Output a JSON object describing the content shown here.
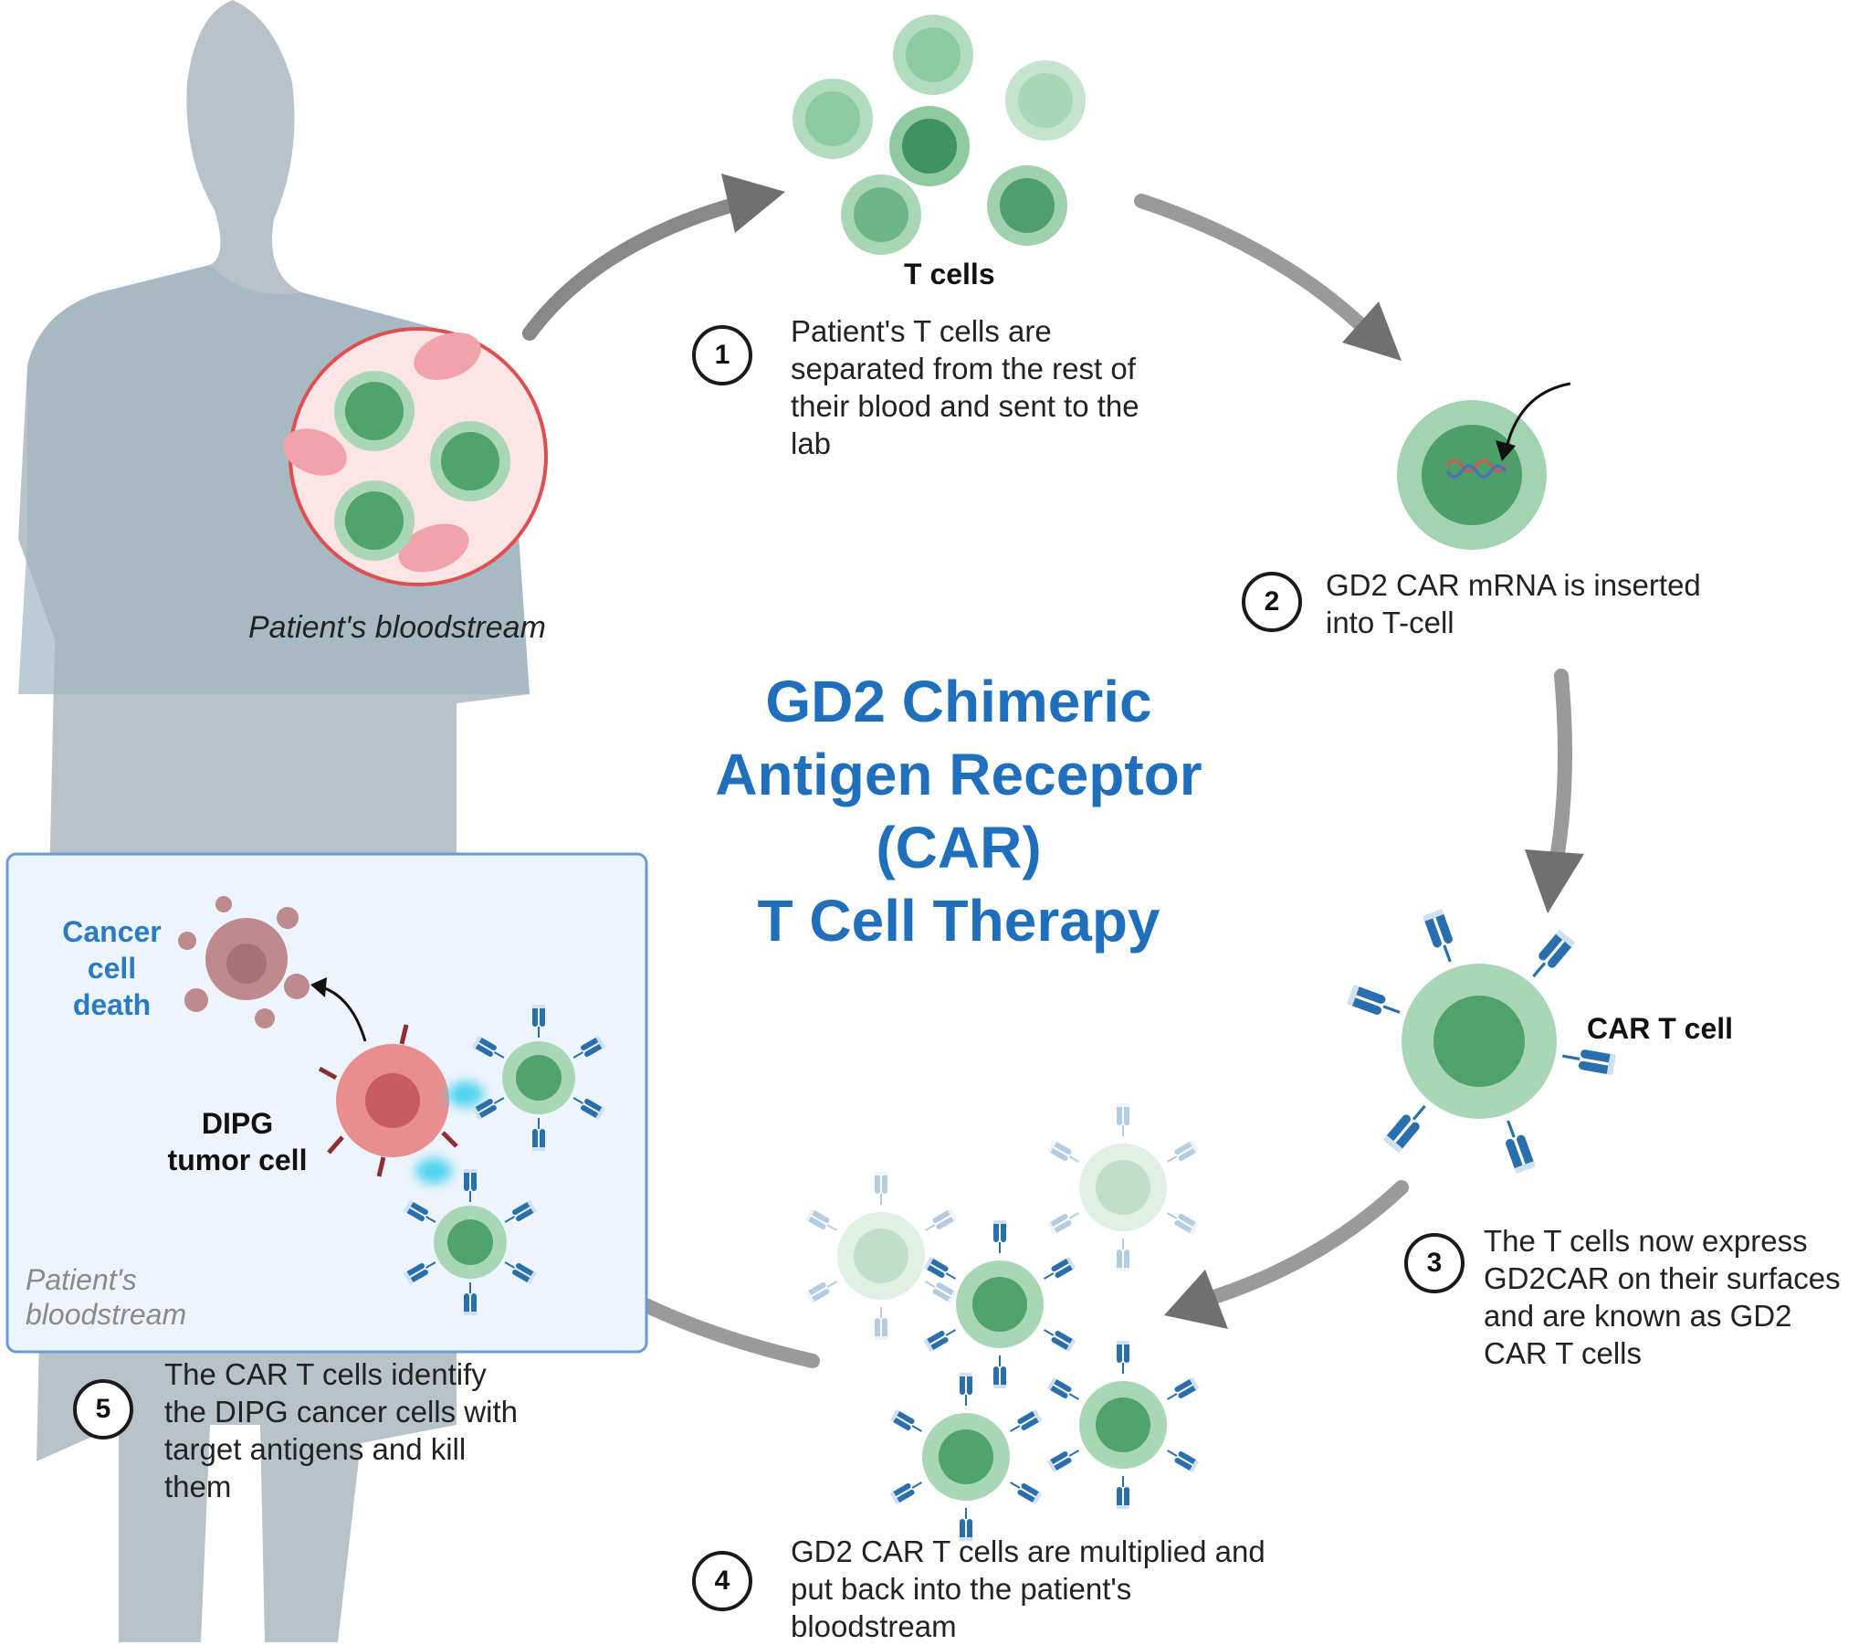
{
  "title": {
    "line1": "GD2 Chimeric",
    "line2": "Antigen Receptor",
    "line3": "(CAR)",
    "line4": "T Cell Therapy"
  },
  "labels": {
    "t_cells": "T cells",
    "patient_bloodstream": "Patient's bloodstream",
    "car_t_cell": "CAR T cell",
    "cancer_cell_death": [
      "Cancer",
      "cell",
      "death"
    ],
    "dipg_tumor_cell": [
      "DIPG",
      "tumor cell"
    ],
    "inset_bloodstream": [
      "Patient's",
      "bloodstream"
    ]
  },
  "steps": [
    {
      "number": "1",
      "lines": [
        "Patient's T cells are",
        "separated from the rest of",
        "their blood and sent to the",
        "lab"
      ]
    },
    {
      "number": "2",
      "lines": [
        "GD2 CAR mRNA is inserted",
        "into T-cell"
      ]
    },
    {
      "number": "3",
      "lines": [
        "The T cells now express",
        "GD2CAR on their surfaces",
        "and are known as GD2",
        "CAR T cells"
      ]
    },
    {
      "number": "4",
      "lines": [
        "GD2 CAR T cells are multiplied and",
        "put back into the patient's",
        "bloodstream"
      ]
    },
    {
      "number": "5",
      "lines": [
        "The CAR T cells identify",
        "the DIPG cancer cells with",
        "target antigens and kill",
        "them"
      ]
    }
  ],
  "colors": {
    "title_blue": "#1f6fbd",
    "cell_green": "#5fae7c",
    "receptor_blue": "#2a6fad",
    "tumor_red": "#e07a7a",
    "arrow_gray": "#777777",
    "silhouette": "#a9b6bd"
  }
}
